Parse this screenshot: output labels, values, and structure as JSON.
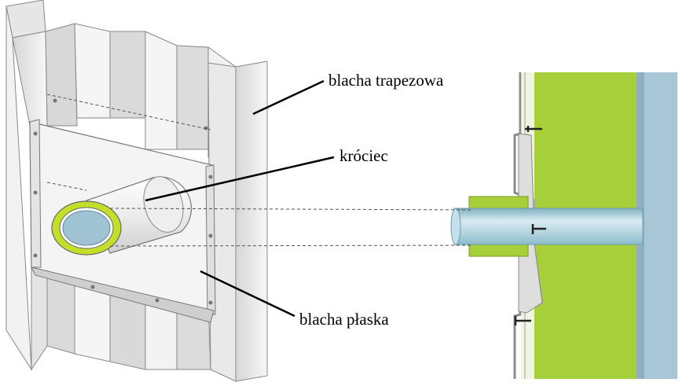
{
  "labels": {
    "trapezoidal_sheet": "blacha trapezowa",
    "stub_pipe": "króciec",
    "flat_sheet": "blacha płaska"
  },
  "colors": {
    "sheet_light": "#f4f4f4",
    "sheet_mid": "#e2e2e2",
    "sheet_shadow": "#c9c9c9",
    "insulation_green": "#a6cf3a",
    "pipe_blue": "#a9cfdc",
    "pipe_blue_dark": "#7fb0c2",
    "panel_blue": "#a8c7d6",
    "gasket_yellow": "#c4df2a",
    "outline": "#555555"
  }
}
